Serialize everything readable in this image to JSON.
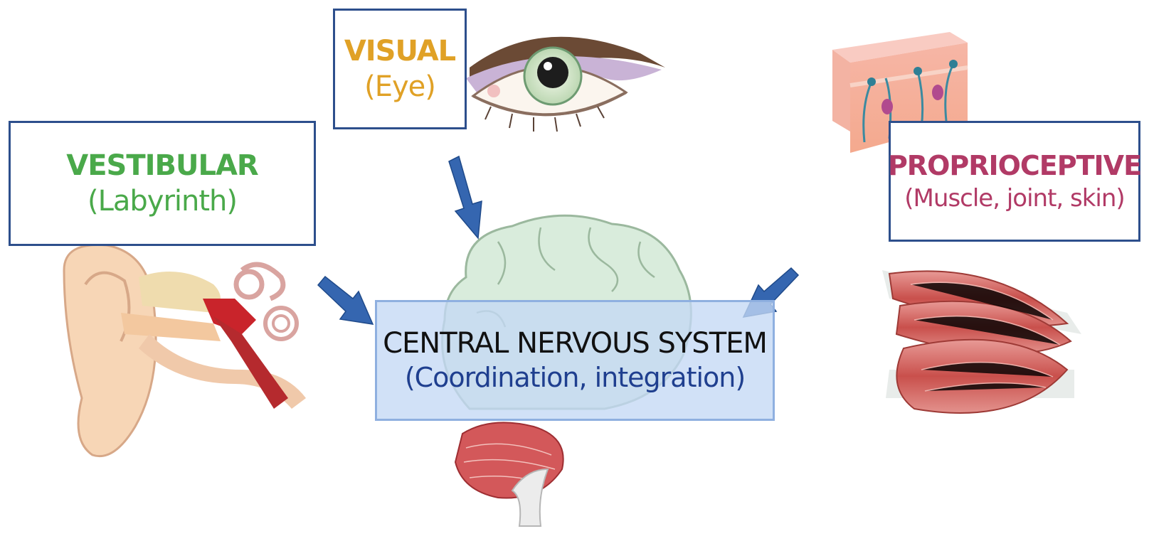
{
  "diagram": {
    "center": {
      "title": "CENTRAL NERVOUS SYSTEM",
      "subtitle": "(Coordination, integration)",
      "title_color": "#111111",
      "subtitle_color": "#1f3f8f"
    },
    "inputs": [
      {
        "id": "visual",
        "title": "VISUAL",
        "subtitle": "(Eye)",
        "color": "#e0a126"
      },
      {
        "id": "vestibular",
        "title": "VESTIBULAR",
        "subtitle": "(Labyrinth)",
        "color": "#4aa94a"
      },
      {
        "id": "proprioceptive",
        "title": "PROPRIOCEPTIVE",
        "subtitle": "(Muscle, joint, skin)",
        "color": "#b13a66"
      }
    ],
    "colors": {
      "box_border": "#2d4f8c",
      "arrow": "#3566b0",
      "center_fill": "#c9dcf5"
    },
    "illustrations": [
      "eye",
      "ear",
      "skin",
      "muscle",
      "brain"
    ]
  }
}
